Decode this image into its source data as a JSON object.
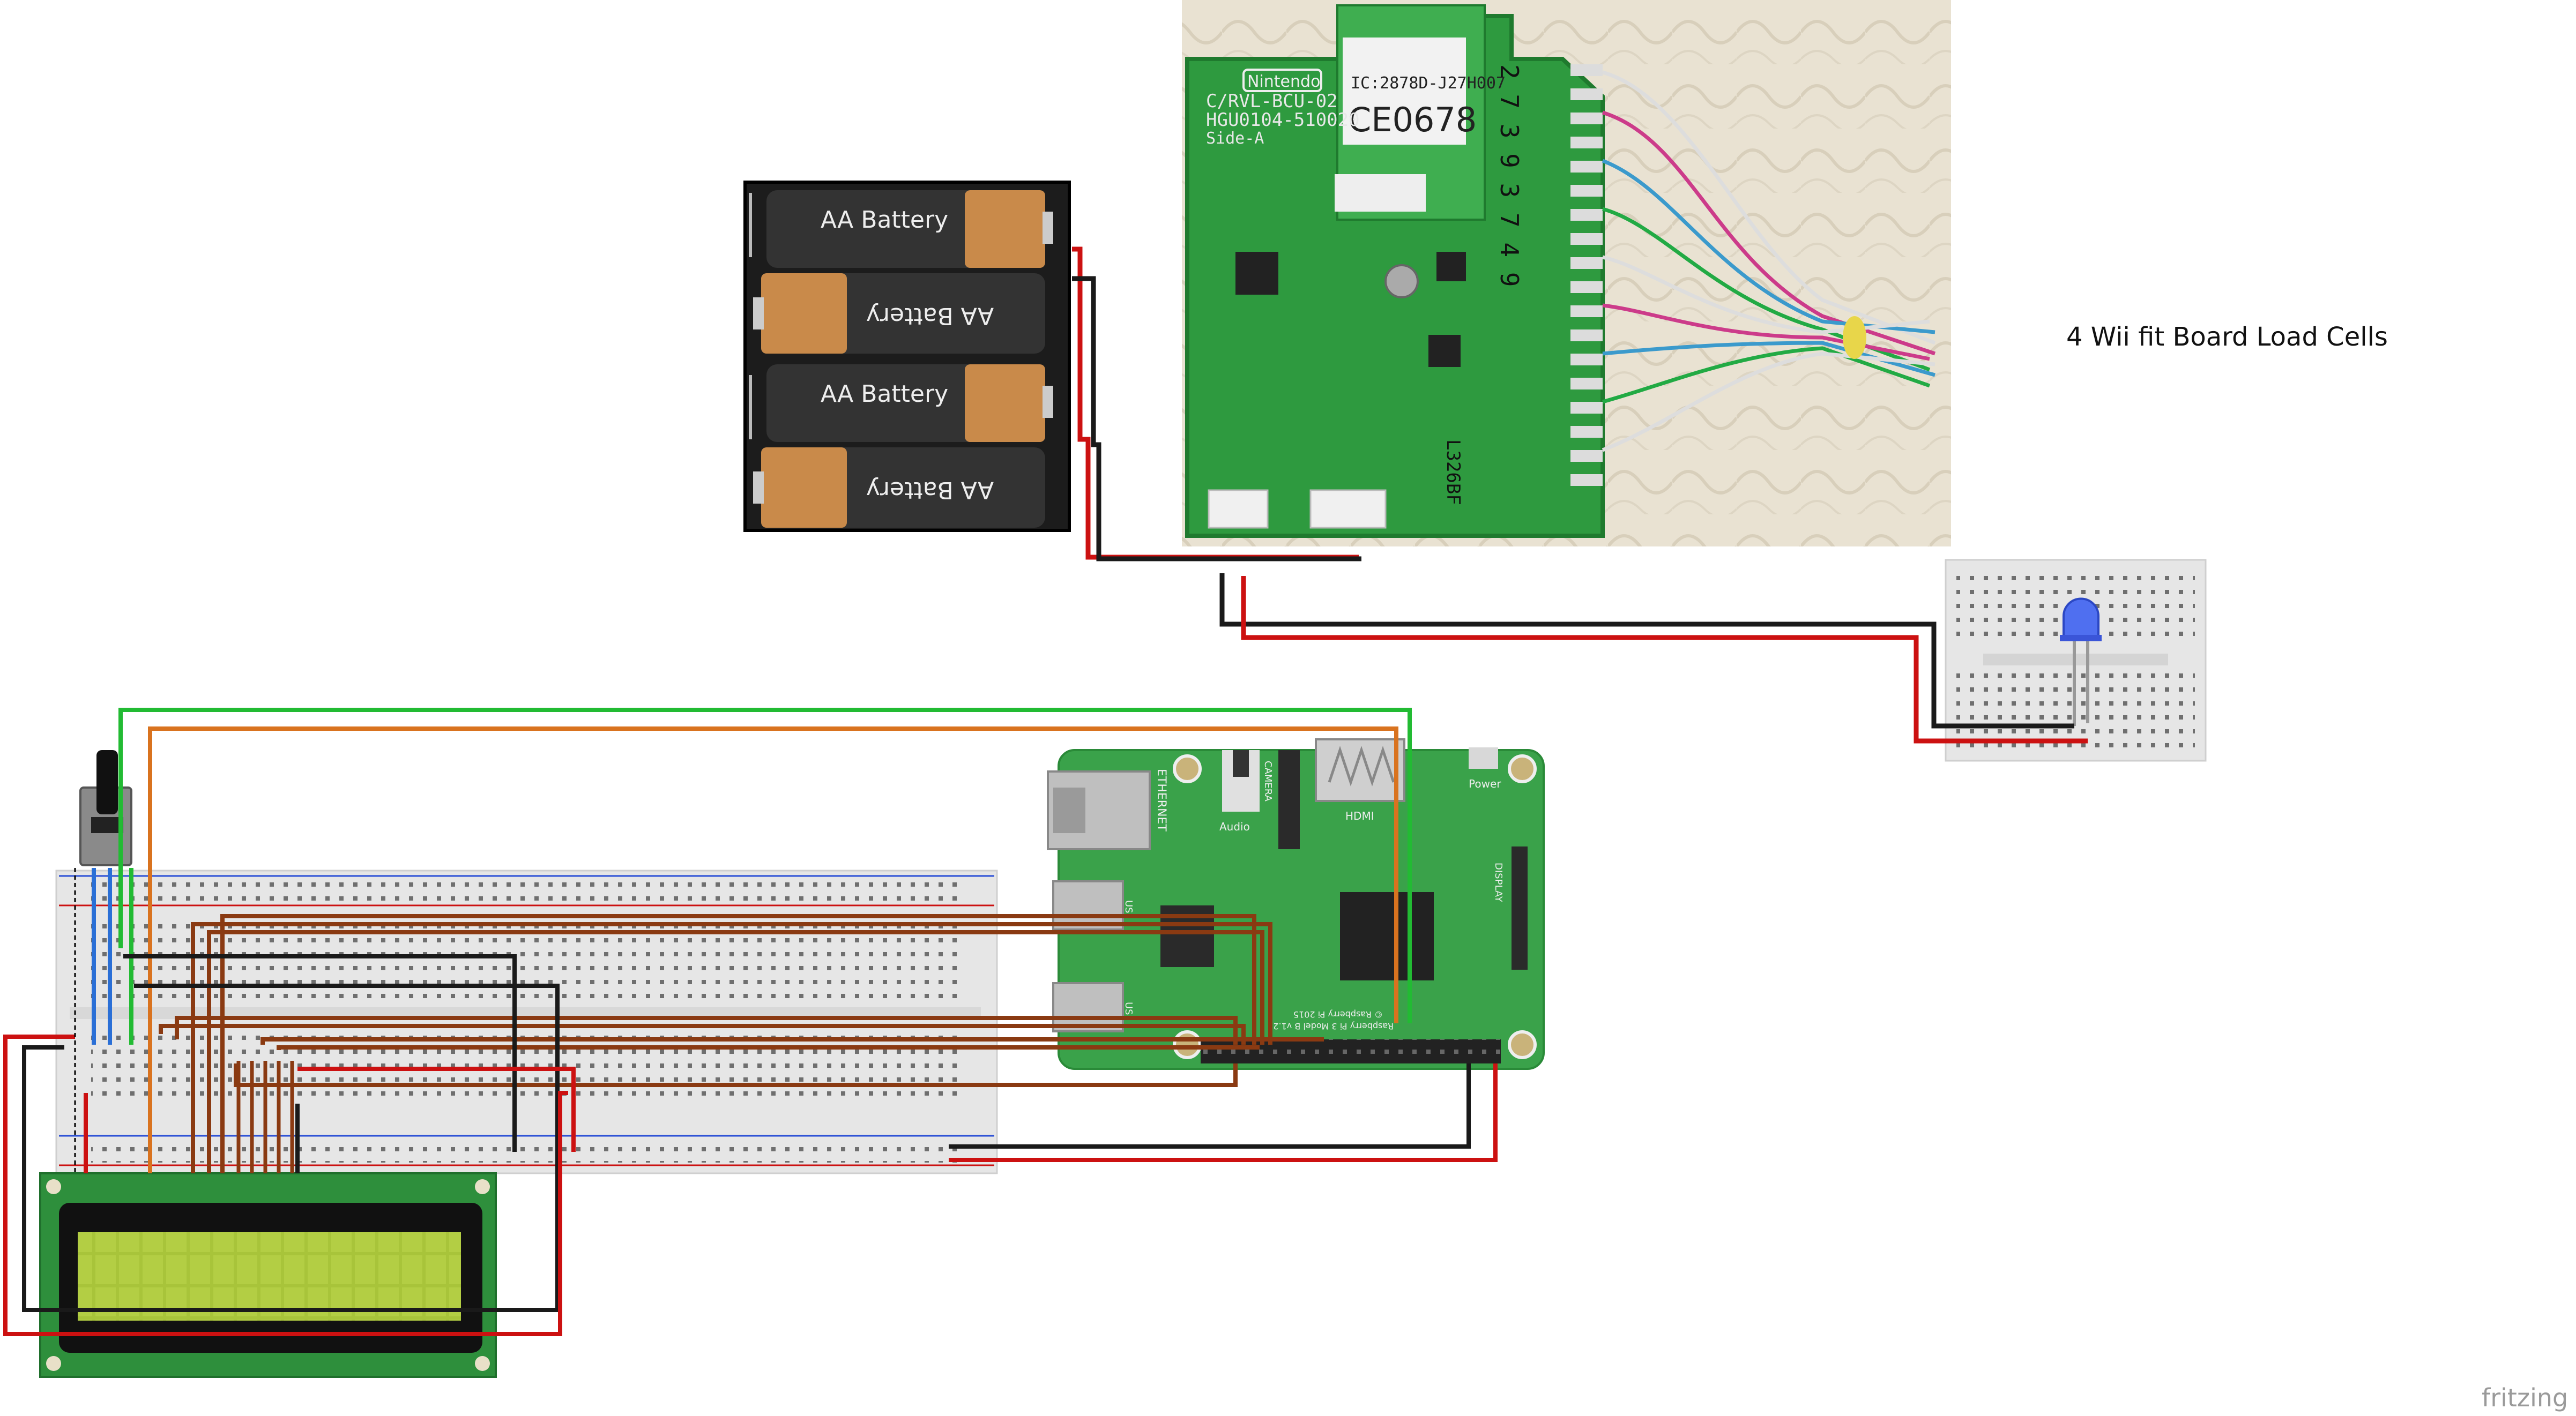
{
  "annotation": {
    "text": "4 Wii fit Board Load Cells"
  },
  "watermark": {
    "text": "fritzing"
  },
  "battery_pack": {
    "cells": [
      {
        "label": "AA Battery",
        "flipped": false
      },
      {
        "label": "AA Battery",
        "flipped": true
      },
      {
        "label": "AA Battery",
        "flipped": false
      },
      {
        "label": "AA Battery",
        "flipped": true
      }
    ]
  },
  "wii_board": {
    "brand": "Nintendo",
    "model_line": "C/RVL-BCU-02",
    "part_line": "HGU0104-510020",
    "side": "Side-A",
    "ic_text": "IC:2878D-J27H007",
    "ce_text": "CE0678",
    "vertical_text": "2 7 3 9 3 7 4 9",
    "bottom_text": "L326BF"
  },
  "raspberry_pi": {
    "model_text": "Raspberry Pi 3 Model B v1.2",
    "copyright": "© Raspberry Pi 2015",
    "port_labels": {
      "ethernet": "ETHERNET",
      "audio": "Audio",
      "hdmi": "HDMI",
      "power": "Power",
      "camera": "CAMERA",
      "display": "DISPLAY",
      "usb1": "US",
      "usb2": "US"
    }
  },
  "colors": {
    "wire_red": "#cc1111",
    "wire_black": "#1a1a1a",
    "wire_green": "#22bb33",
    "wire_orange": "#d9731f",
    "wire_brown": "#8a3a12",
    "wire_blue": "#2a6fd6",
    "pcb_green": "#2e9a3f",
    "rpi_green": "#3aa24a",
    "lcd_screen": "#a8c43a",
    "breadboard": "#e6e6e6"
  }
}
